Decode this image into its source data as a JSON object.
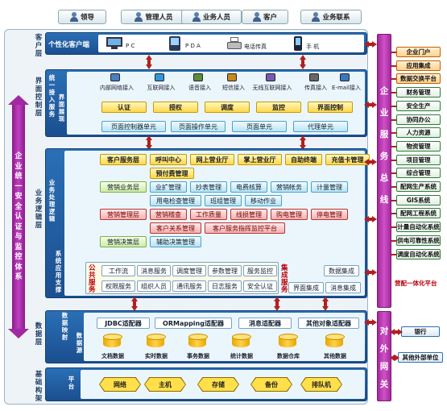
{
  "roles": [
    {
      "label": "领导"
    },
    {
      "label": "管理人员"
    },
    {
      "label": "业务人员"
    },
    {
      "label": "客户"
    },
    {
      "label": "业务联系"
    }
  ],
  "layers": {
    "client": "客户层",
    "interface": "界面控制层",
    "business": "业务逻辑层",
    "data": "数据层",
    "infra": "基础构架"
  },
  "left_banner": "企业统一安全认证与监控体系",
  "client_panel": {
    "title": "个性化客户端",
    "devices": [
      {
        "label": "P C",
        "icon": "monitor-icon"
      },
      {
        "label": "P D A",
        "icon": "pda-icon"
      },
      {
        "label": "电话传真",
        "icon": "fax-icon"
      },
      {
        "label": "手 机",
        "icon": "phone-icon"
      }
    ]
  },
  "access_panel": {
    "side_a": "统一接入服务",
    "side_b": "界面展现",
    "channels": [
      "内部网络接入",
      "互联网接入",
      "语音接入",
      "短信接入",
      "无线互联网接入",
      "传真接入",
      "E-mail接入"
    ],
    "controls": [
      "认证",
      "授权",
      "调度",
      "监控",
      "界面控制"
    ],
    "units": [
      "页面控制器单元",
      "页面操作单元",
      "页面单元",
      "代理单元"
    ]
  },
  "logic_panel": {
    "side_a": "业务处理逻辑",
    "side_b": "系统应用支撑",
    "rows": [
      {
        "layer": "客户服务层",
        "items": [
          "呼叫中心",
          "网上营业厅",
          "掌上营业厅",
          "自助终端",
          "充值卡管理"
        ],
        "extra": [
          "预付费管理"
        ]
      },
      {
        "layer": "营销业务层",
        "items": [
          "业扩管理",
          "抄表管理",
          "电费核算",
          "营销帐务",
          "计量管理"
        ],
        "extra": [
          "用电检查管理",
          "班组管理",
          "移动作业"
        ]
      },
      {
        "layer": "营销管理层",
        "items": [
          "营销稽查",
          "工作质量",
          "线损管理",
          "购电管理",
          "停电管理"
        ],
        "extra": [
          "客户关系管理",
          "客户服务指挥监控平台"
        ]
      },
      {
        "layer": "营销决策层",
        "items": [
          "辅助决策管理"
        ],
        "extra": []
      }
    ],
    "public_title": "公共服务",
    "public_row1": [
      "工作流",
      "消息服务",
      "调度管理",
      "参数管理",
      "服务监控"
    ],
    "public_row2": [
      "权限服务",
      "组织人员",
      "通讯服务",
      "日志服务",
      "安全认证"
    ],
    "integration_title": "集成服务",
    "integration_items": [
      "数据集成",
      "界面集成",
      "消息集成"
    ]
  },
  "data_panel": {
    "side_a": "数据映射",
    "side_b": "数据源",
    "adapters": [
      "JDBC适配器",
      "ORMapping适配器",
      "消息适配器",
      "其他对象适配器"
    ],
    "sources": [
      "文档数据",
      "实时数据",
      "事务数据",
      "统计数据",
      "数据仓库",
      "其他数据"
    ]
  },
  "infra_panel": {
    "side": "平台",
    "items": [
      "网络",
      "主机",
      "存储",
      "备份",
      "排队机"
    ]
  },
  "bus": {
    "service": "企业服务总线",
    "gateway": "对外网关"
  },
  "right_systems": [
    "企业门户",
    "应用集成",
    "数据交换平台",
    "财务管理",
    "安全生产",
    "协同办公",
    "人力资源",
    "物资管理",
    "项目管理",
    "综合管理",
    "配网生产系统",
    "GIS系统",
    "配网工程系统",
    "计量自动化系统",
    "供电可靠性系统",
    "调度自动化系统"
  ],
  "right_caption": "营配一体化平台",
  "external": [
    "银行",
    "其他外部单位"
  ],
  "colors": {
    "accent": "#1b4f8f",
    "bus": "#c03ab0",
    "arrow": "#b21f1f"
  }
}
